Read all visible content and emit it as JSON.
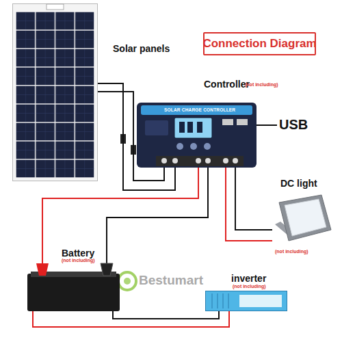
{
  "diagram": {
    "title": "Connection Diagram",
    "nodes": [
      {
        "text": [
          "Solar panels"
        ]
      },
      {
        "text": [
          "Controller",
          "(not including)",
          "SOLAR CHARGE CONTROLLER"
        ]
      },
      {
        "text": [
          "DC light",
          "(not including)"
        ]
      },
      {
        "text": [
          "Battery",
          "(not including)"
        ]
      },
      {
        "text": [
          "inverter",
          "(not including)"
        ]
      }
    ],
    "edges": [
      {
        "from": 0,
        "to": 1,
        "arrow": "none"
      },
      {
        "from": 0,
        "to": 1,
        "arrow": "none"
      },
      {
        "from": 1,
        "to": 3,
        "arrow": "none"
      },
      {
        "from": 1,
        "to": 3,
        "arrow": "none"
      },
      {
        "from": 1,
        "to": 2,
        "arrow": "none"
      },
      {
        "from": 1,
        "to": 2,
        "arrow": "none"
      },
      {
        "from": 3,
        "to": 4,
        "arrow": "none"
      },
      {
        "from": 3,
        "to": 4,
        "arrow": "none"
      }
    ],
    "labels": [
      "USB",
      "Bestumart"
    ]
  }
}
